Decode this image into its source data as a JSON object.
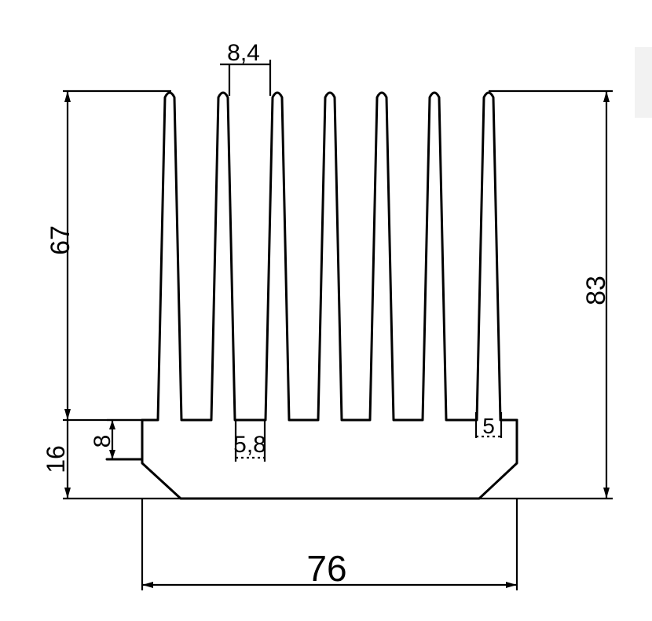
{
  "colors": {
    "line": "#000000",
    "background": "#ffffff"
  },
  "dimensions": {
    "fin_pitch": "8,4",
    "fin_height": "67",
    "total_height": "83",
    "base_height": "16",
    "base_step": "8",
    "fin_gap": "5,8",
    "fin_tip": "5",
    "total_width": "76"
  }
}
